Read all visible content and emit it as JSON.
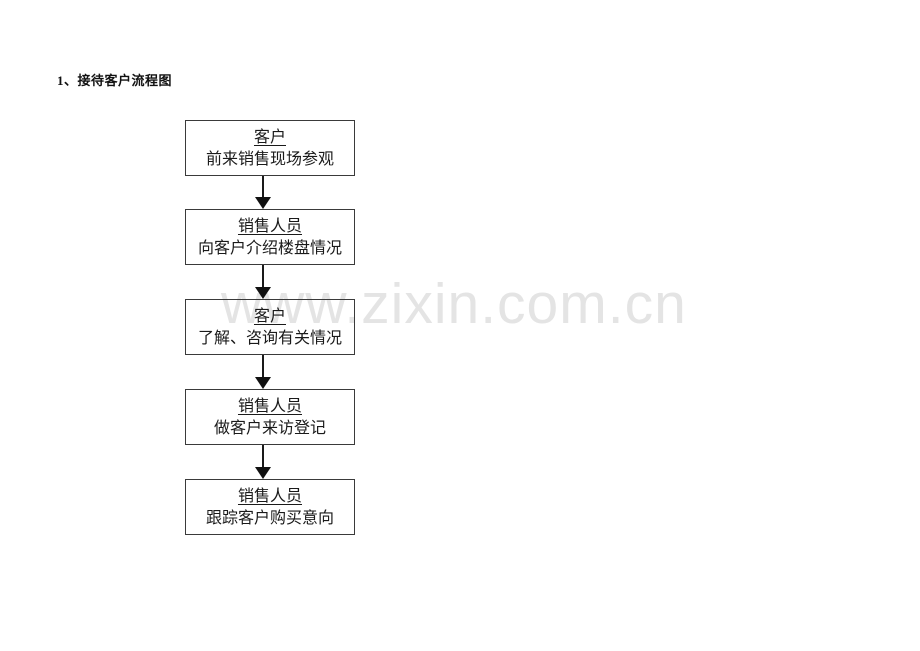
{
  "document": {
    "section_title": "1、接待客户流程图",
    "background_color": "#ffffff",
    "text_color": "#1a1a1a"
  },
  "watermark": {
    "text": "www.zixin.com.cn",
    "color": "#e4e4e4"
  },
  "flowchart": {
    "box_border_color": "#3a3a3a",
    "arrow_color": "#111111",
    "steps": [
      {
        "actor": "客户",
        "action": "前来销售现场参观"
      },
      {
        "actor": "销售人员",
        "action": "向客户介绍楼盘情况"
      },
      {
        "actor": "客户",
        "action": "了解、咨询有关情况"
      },
      {
        "actor": "销售人员",
        "action": "做客户来访登记"
      },
      {
        "actor": "销售人员",
        "action": "跟踪客户购买意向"
      }
    ]
  }
}
